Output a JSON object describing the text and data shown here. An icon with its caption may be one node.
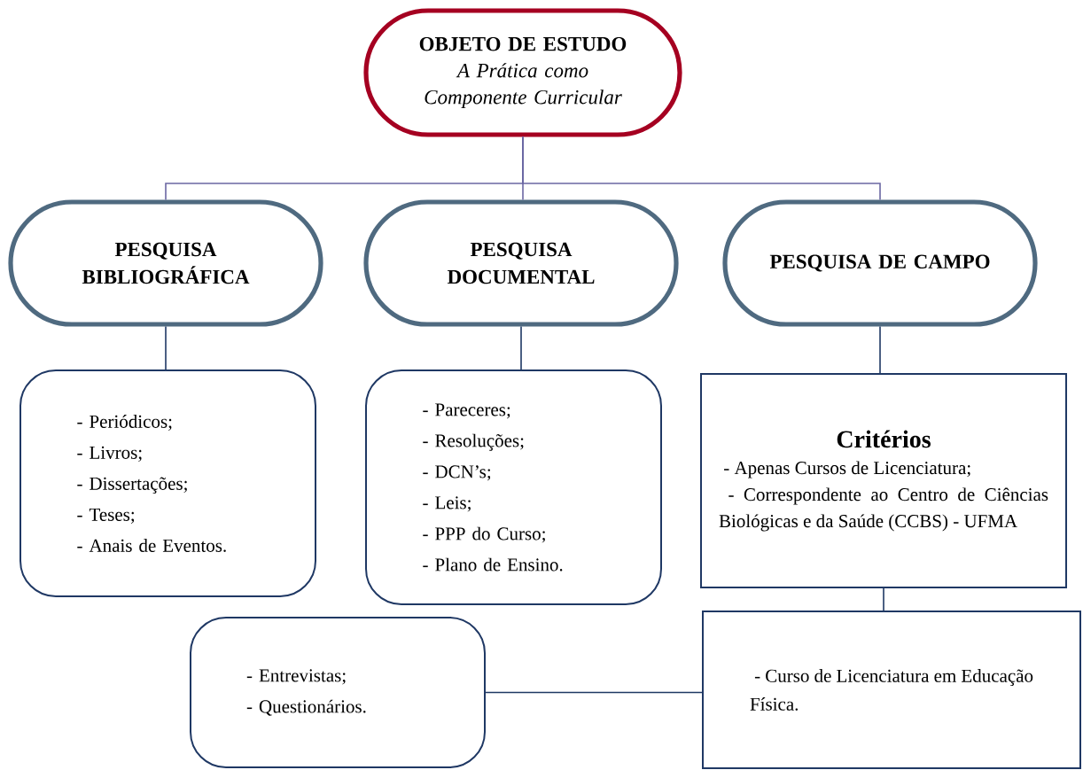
{
  "diagram": {
    "nodes": [
      {
        "text": [
          "OBJETO DE ESTUDO",
          "A Prática como Componente Curricular"
        ]
      },
      {
        "text": [
          "PESQUISA BIBLIOGRÁFICA"
        ]
      },
      {
        "text": [
          "PESQUISA DOCUMENTAL"
        ]
      },
      {
        "text": [
          "PESQUISA DE CAMPO"
        ]
      },
      {
        "text": [
          "- Periódicos;",
          "- Livros;",
          "- Dissertações;",
          "- Teses;",
          "- Anais de Eventos."
        ]
      },
      {
        "text": [
          "- Pareceres;",
          "- Resoluções;",
          "- DCN’s;",
          "- Leis;",
          "- PPP do Curso;",
          "- Plano de Ensino."
        ]
      },
      {
        "text": [
          "Critérios",
          "- Apenas Cursos de Licenciatura;",
          "- Correspondente ao Centro de Ciências Biológicas e da Saúde (CCBS) - UFMA"
        ]
      },
      {
        "text": [
          "- Entrevistas;",
          "- Questionários."
        ]
      },
      {
        "text": [
          "- Curso de Licenciatura em Educação Física."
        ]
      }
    ],
    "edges": [
      {
        "from": 0,
        "to": 1,
        "arrow": "none",
        "color": "#6b67a3"
      },
      {
        "from": 0,
        "to": 2,
        "arrow": "none",
        "color": "#6b67a3"
      },
      {
        "from": 0,
        "to": 3,
        "arrow": "none",
        "color": "#6b67a3"
      },
      {
        "from": 1,
        "to": 4,
        "arrow": "none"
      },
      {
        "from": 2,
        "to": 5,
        "arrow": "none"
      },
      {
        "from": 3,
        "to": 6,
        "arrow": "none"
      },
      {
        "from": 6,
        "to": 8,
        "arrow": "none"
      },
      {
        "from": 7,
        "to": 8,
        "arrow": "none"
      }
    ]
  }
}
